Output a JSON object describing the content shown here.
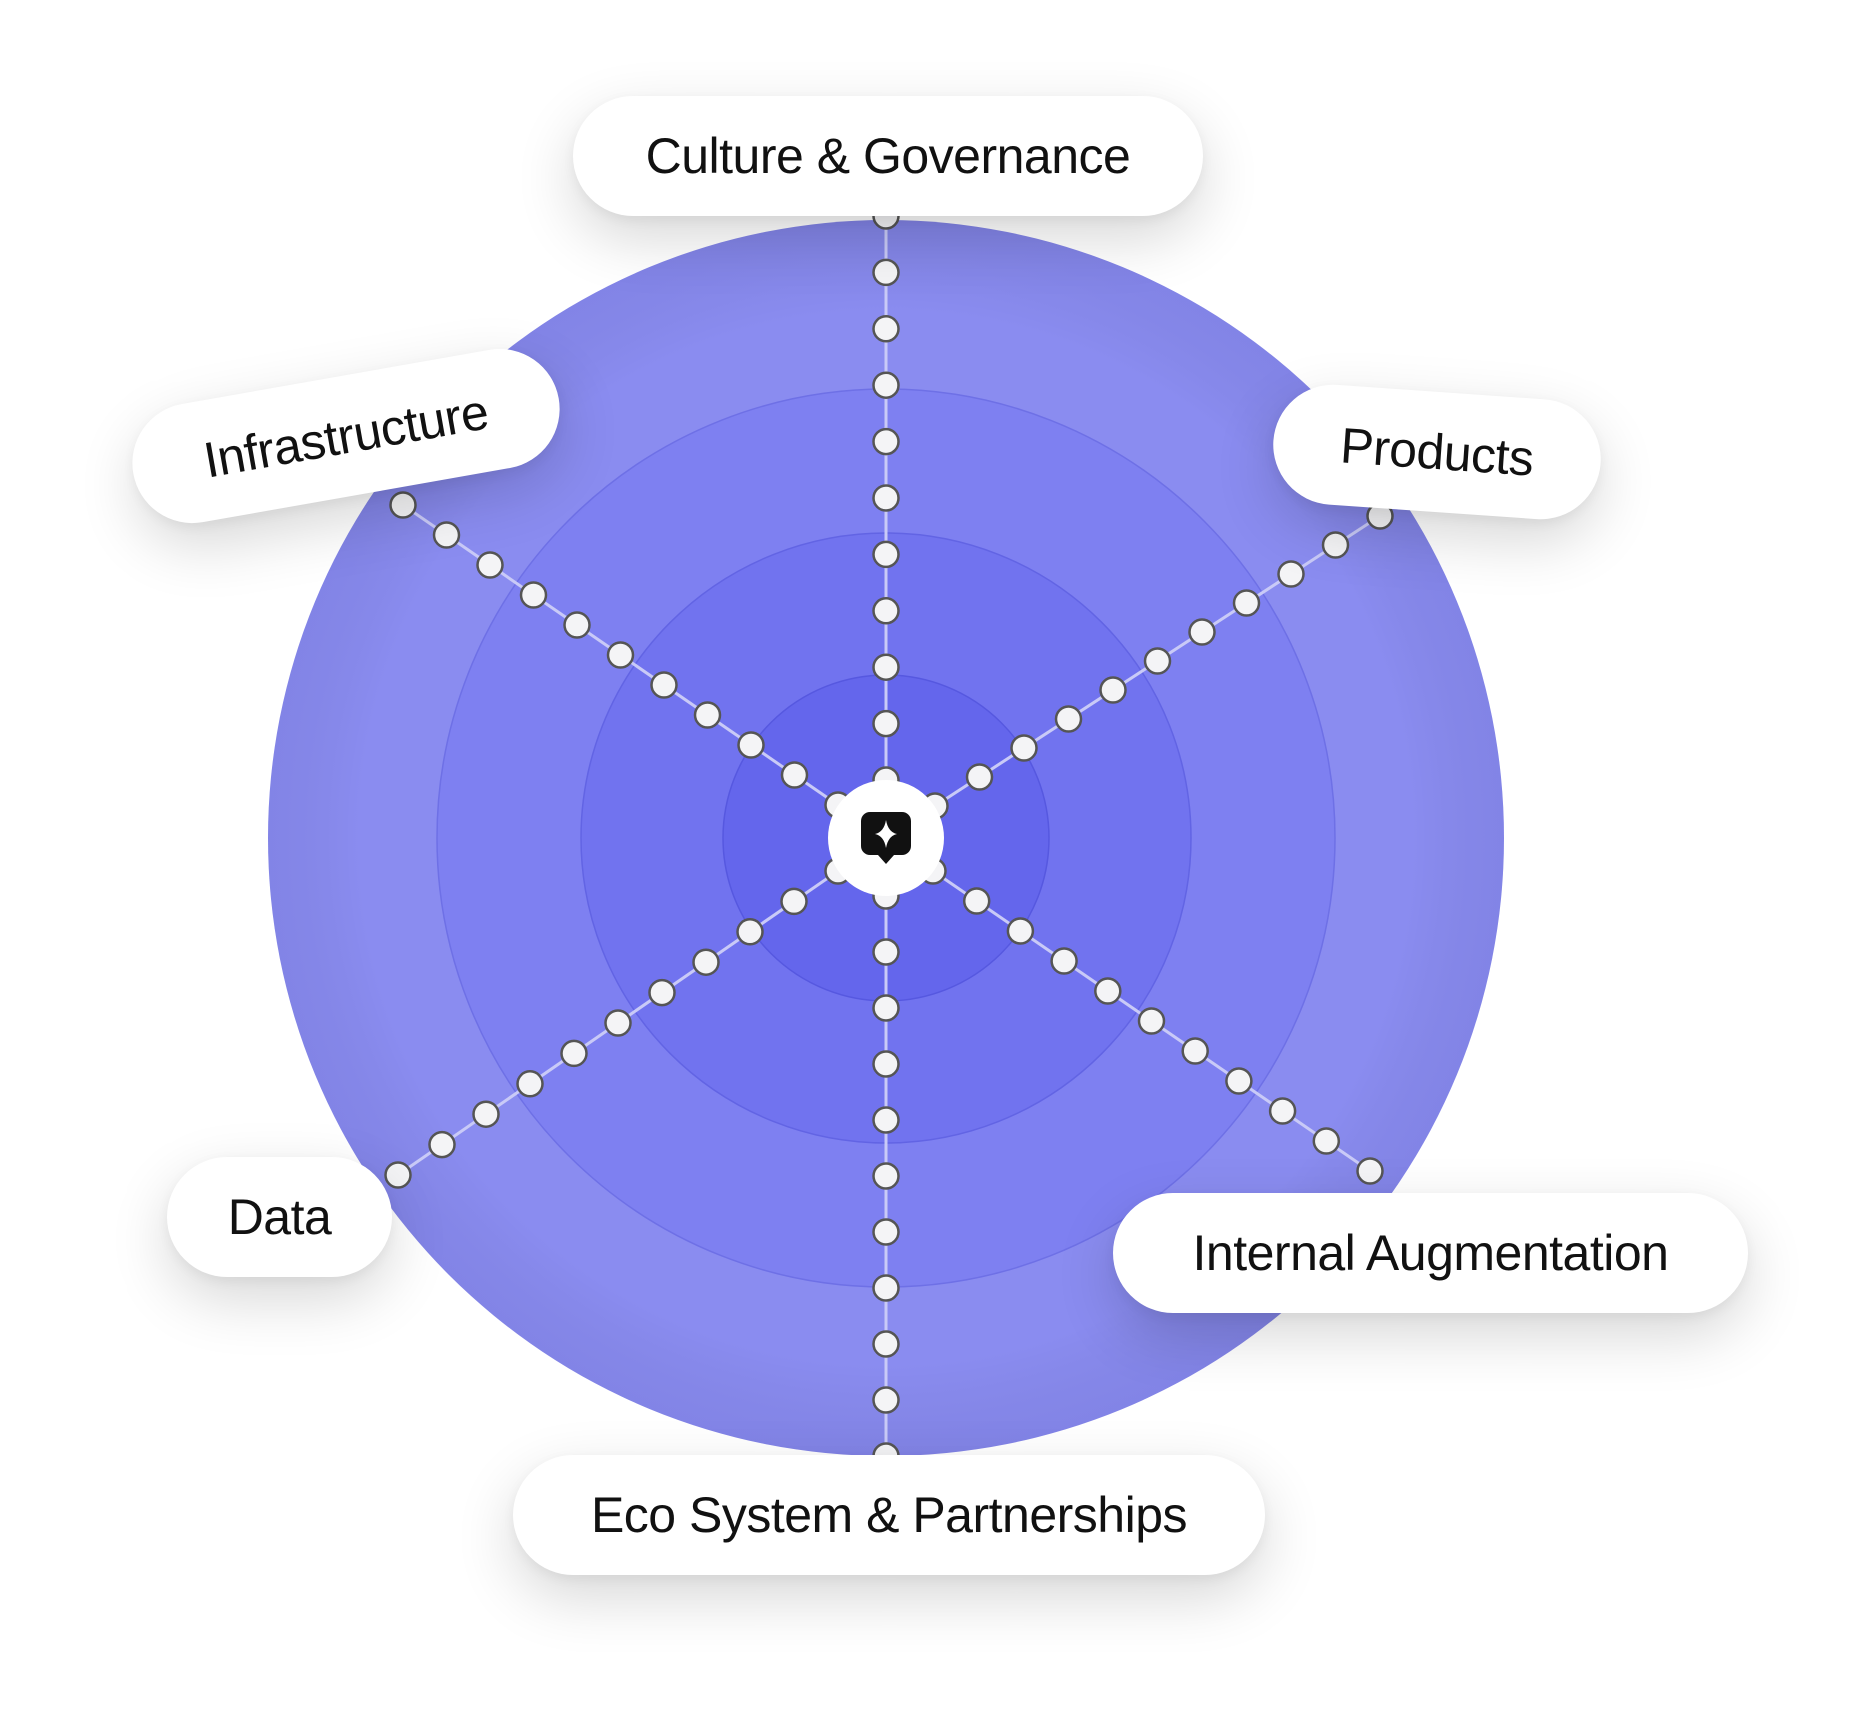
{
  "diagram": {
    "center_icon": "sparkle-chat-icon",
    "labels": {
      "culture": "Culture & Governance",
      "infrastructure": "Infrastructure",
      "products": "Products",
      "data": "Data",
      "internal": "Internal Augmentation",
      "eco": "Eco System & Partnerships"
    },
    "colors": {
      "ring_outer": "#8a8cf0",
      "ring_2": "#7e80f1",
      "ring_3": "#7173ef",
      "ring_inner": "#6466ec",
      "spoke_line": "#c9caf7",
      "node_fill": "#f4f4f6",
      "node_stroke": "#555555",
      "center_fill": "#ffffff",
      "icon_fill": "#111111"
    }
  }
}
